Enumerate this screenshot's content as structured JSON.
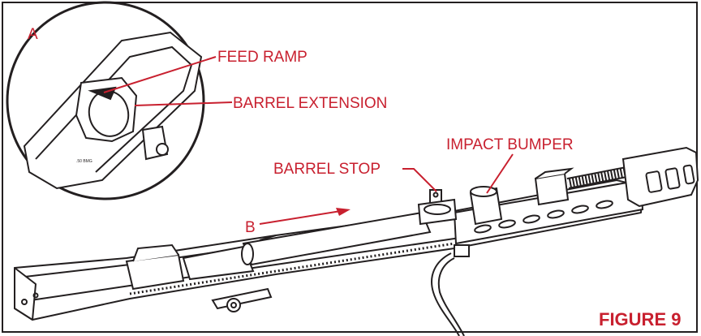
{
  "labels": {
    "detail_letter": "A",
    "feed_ramp": "FEED RAMP",
    "barrel_extension": "BARREL EXTENSION",
    "impact_bumper": "IMPACT BUMPER",
    "barrel_stop": "BARREL STOP",
    "view_letter": "B",
    "figure": "FIGURE 9"
  },
  "colors": {
    "label": "#c8202f",
    "line_art": "#231f20",
    "background": "#ffffff"
  }
}
